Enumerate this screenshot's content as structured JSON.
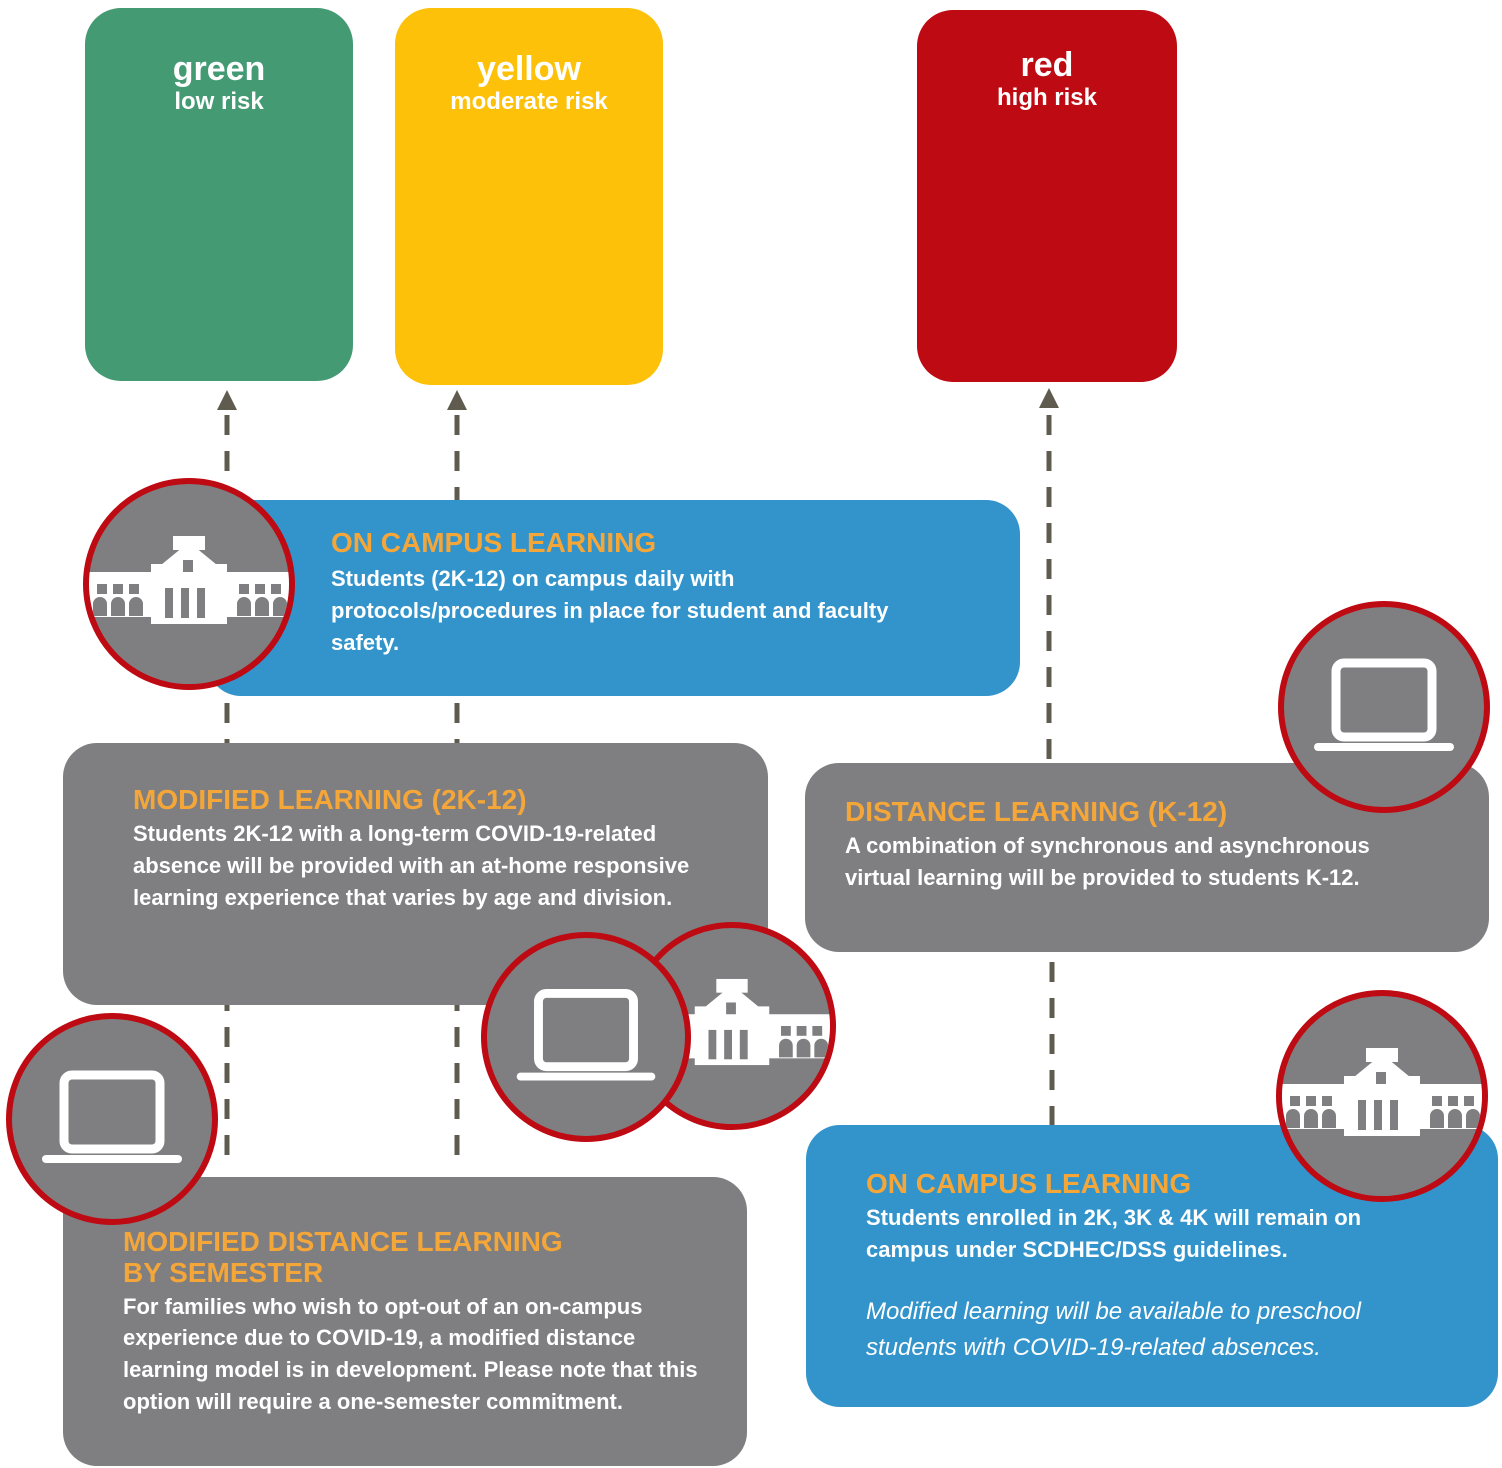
{
  "risk_levels": [
    {
      "name": "green",
      "sub": "low risk",
      "color": "#449a73"
    },
    {
      "name": "yellow",
      "sub": "moderate risk",
      "color": "#fdc10a"
    },
    {
      "name": "red",
      "sub": "high risk",
      "color": "#be0a12"
    }
  ],
  "cards": {
    "on_campus_top": {
      "title": "ON CAMPUS LEARNING",
      "body": "Students (2K-12) on campus daily with protocols/procedures in place for student and faculty safety."
    },
    "modified_learning": {
      "title": "MODIFIED LEARNING (2K-12)",
      "body": "Students 2K-12 with a long-term COVID-19-related absence will be provided with an at-home responsive learning experience that varies by age and division."
    },
    "distance_learning": {
      "title": "DISTANCE LEARNING (K-12)",
      "body": "A combination of synchronous and asynchronous virtual learning will be provided to students K-12."
    },
    "modified_distance": {
      "title_line1": "MODIFIED DISTANCE LEARNING",
      "title_line2": "BY SEMESTER",
      "body": "For families who wish to opt-out of an on-campus experience due to COVID-19, a modified distance learning model is in development. Please note that this option will require a one-semester commitment."
    },
    "on_campus_bottom": {
      "title": "ON CAMPUS LEARNING",
      "body": "Students enrolled in 2K, 3K & 4K will remain on campus under SCDHEC/DSS guidelines.",
      "note": "Modified learning will be available to preschool students with COVID-19-related absences."
    }
  },
  "icons": {
    "school": "school-building-icon",
    "laptop": "laptop-icon"
  },
  "colors": {
    "blue": "#3394cc",
    "gray": "#7f7f81",
    "orange": "#f5a638",
    "ring": "#be0a12",
    "arrow": "#5f5b4f"
  }
}
